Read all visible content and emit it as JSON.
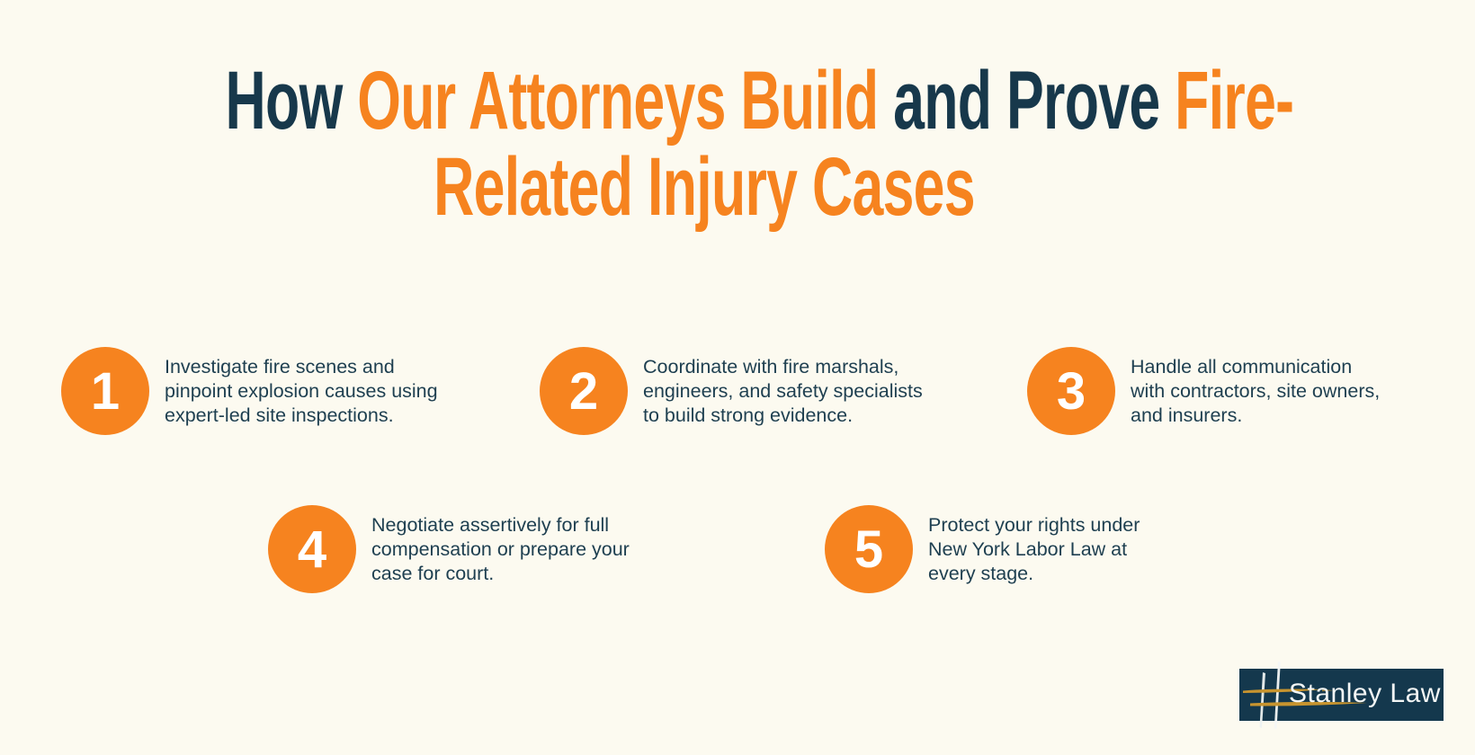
{
  "palette": {
    "background": "#FCFAF0",
    "navy": "#17384B",
    "orange": "#F6831F",
    "body_text": "#1E3F50",
    "logo_navy": "#14384D",
    "logo_gold": "#C7942F",
    "circle_text": "#FFFFFF"
  },
  "title": {
    "lines": [
      {
        "segments": [
          {
            "text": "How ",
            "color": "navy"
          },
          {
            "text": "Our Attorneys Build ",
            "color": "orange"
          },
          {
            "text": "and Prove ",
            "color": "navy"
          },
          {
            "text": "Fire-",
            "color": "orange"
          }
        ]
      },
      {
        "segments": [
          {
            "text": "Related Injury Cases",
            "color": "orange"
          }
        ]
      }
    ]
  },
  "steps": [
    {
      "number": "1",
      "text": "Investigate fire scenes and\npinpoint explosion causes using\nexpert-led site inspections."
    },
    {
      "number": "2",
      "text": "Coordinate with fire marshals,\nengineers, and safety specialists\nto build strong evidence."
    },
    {
      "number": "3",
      "text": "Handle all communication\nwith contractors, site owners,\nand insurers."
    },
    {
      "number": "4",
      "text": "Negotiate assertively for full\ncompensation or prepare your\ncase for court."
    },
    {
      "number": "5",
      "text": "Protect your rights under\nNew York Labor Law at\nevery stage."
    }
  ],
  "logo": {
    "text": "Stanley Law"
  }
}
